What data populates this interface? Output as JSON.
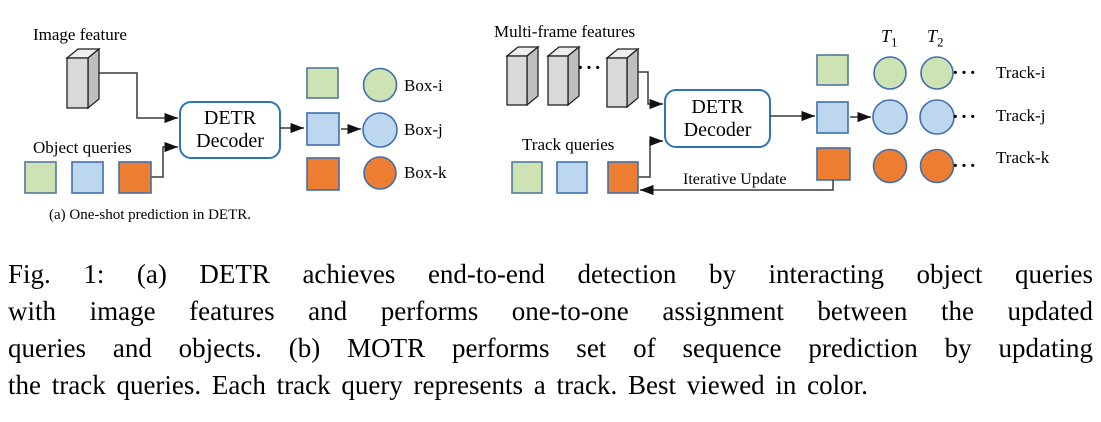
{
  "figure": {
    "panel_a": {
      "image_feature_label": "Image feature",
      "object_queries_label": "Object queries",
      "decoder": {
        "line1": "DETR",
        "line2": "Decoder"
      },
      "box_labels": [
        "Box-i",
        "Box-j",
        "Box-k"
      ],
      "caption": "(a) One-shot prediction in DETR."
    },
    "panel_b": {
      "multi_frame_label": "Multi-frame features",
      "track_queries_label": "Track queries",
      "decoder": {
        "line1": "DETR",
        "line2": "Decoder"
      },
      "iterative_update_label": "Iterative Update",
      "ellipsis": "···",
      "time_labels": [
        {
          "base": "T",
          "sub": "1"
        },
        {
          "base": "T",
          "sub": "2"
        }
      ],
      "track_labels": [
        "Track-i",
        "Track-j",
        "Track-k"
      ]
    },
    "caption_lines": [
      "Fig. 1: (a) DETR achieves end-to-end detection by interacting object queries",
      "with image features and performs one-to-one assignment between the updated",
      "queries and objects. (b) MOTR performs set of sequence prediction by updating",
      "the track queries. Each track query represents a track. Best viewed in color."
    ],
    "colors": {
      "green_fill": "#cde3b4",
      "blue_fill": "#bdd7ee",
      "orange_fill": "#ed7d31",
      "square_border": "#54779e",
      "circle_border": "#3f6fae",
      "decoder_border": "#2e75b6",
      "connector": "#3a3a3a",
      "cuboid_front": "#d9d9d9",
      "cuboid_top": "#eeeeee",
      "cuboid_side": "#bfbfbf"
    }
  }
}
